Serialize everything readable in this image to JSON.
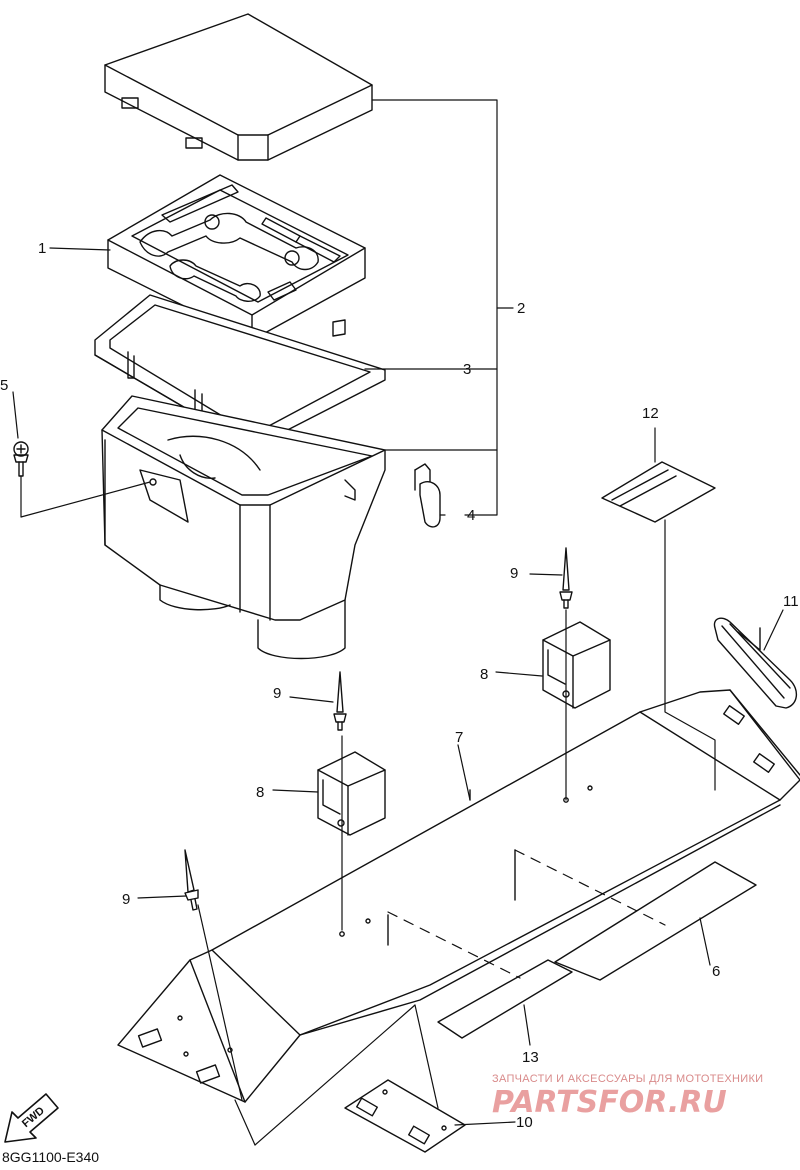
{
  "diagram": {
    "callouts": {
      "c1": "1",
      "c2": "2",
      "c3": "3",
      "c4": "4",
      "c5": "5",
      "c6": "6",
      "c7": "7",
      "c8a": "8",
      "c8b": "8",
      "c9a": "9",
      "c9b": "9",
      "c9c": "9",
      "c10": "10",
      "c11": "11",
      "c12": "12",
      "c13": "13"
    },
    "fwd_label": "FWD",
    "drawing_code": "8GG1100-E340"
  },
  "watermark": {
    "tagline": "ЗАПЧАСТИ И АКСЕССУАРЫ ДЛЯ МОТОТЕХНИКИ",
    "logo": "PARTSFOR.RU"
  }
}
